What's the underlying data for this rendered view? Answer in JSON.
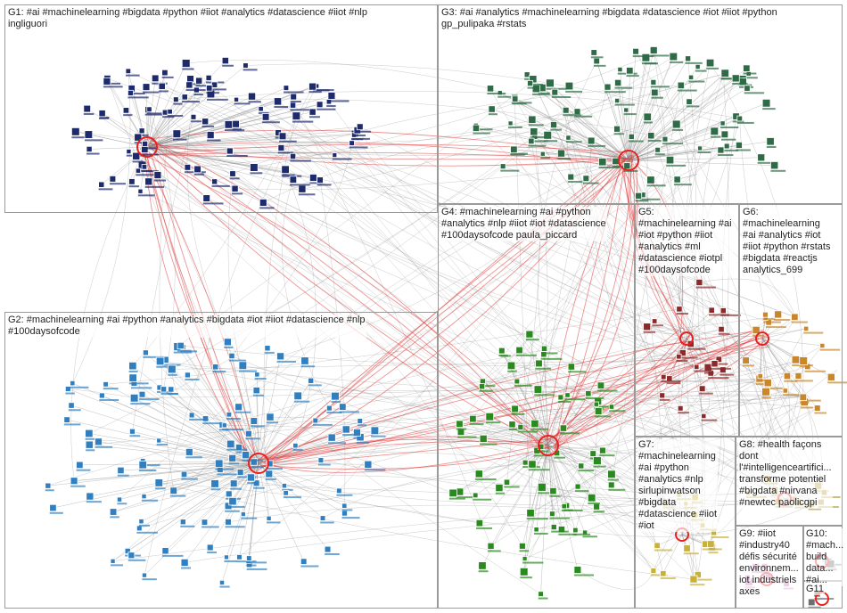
{
  "groups": [
    {
      "id": "G1",
      "label": "G1: #ai #machinelearning #bigdata #python #iiot #analytics #datascience #iiot #nlp\ningliguori",
      "color": "#1d2a6b"
    },
    {
      "id": "G2",
      "label": "G2: #machinelearning #ai #python #analytics #bigdata #iot #iiot #datascience #nlp\n#100daysofcode",
      "color": "#2f7fc1"
    },
    {
      "id": "G3",
      "label": "G3: #ai #analytics #machinelearning #bigdata #datascience #iot #iiot #python\ngp_pulipaka #rstats",
      "color": "#2e6b46"
    },
    {
      "id": "G4",
      "label": "G4: #machinelearning #ai #python\n#analytics #nlp #iiot #iot #datascience\n#100daysofcode paula_piccard",
      "color": "#2a8a1f"
    },
    {
      "id": "G5",
      "label": "G5:\n#machinelearning #ai\n#iot #python #iiot\n#analytics #ml\n#datascience #iotpl\n#100daysofcode",
      "color": "#8a2a2a"
    },
    {
      "id": "G6",
      "label": "G6:\n#machinelearning\n#ai #analytics #iot\n#iiot #python #rstats\n#bigdata #reactjs\nanalytics_699",
      "color": "#c9862b"
    },
    {
      "id": "G7",
      "label": "G7:\n#machinelearning\n#ai #python\n#analytics #nlp\nsirlupinwatson\n#bigdata\n#datascience #iiot\n#iot",
      "color": "#c8b13a"
    },
    {
      "id": "G8",
      "label": "G8: #health façons\ndont\nl'#intelligenceartifici...\ntransforme potentiel\n#bigdata #nirvana\n#newtec paolicgpi",
      "color": "#b9a34c"
    },
    {
      "id": "G9",
      "label": "G9: #iiot\n#industry40\ndéfis sécurité\nenvironnem...\niot industriels\naxes",
      "color": "#c77ab0"
    },
    {
      "id": "G10",
      "label": "G10:\n#mach...\nbuild\ndata...\n#ai...",
      "color": "#6f6f6f"
    },
    {
      "id": "G11",
      "label": "G11",
      "color": "#6f6f6f"
    }
  ],
  "edge_colors": {
    "normal": "#8c8c8c",
    "strong": "#e23b3b"
  },
  "hub_ring_color": "#e8201e"
}
